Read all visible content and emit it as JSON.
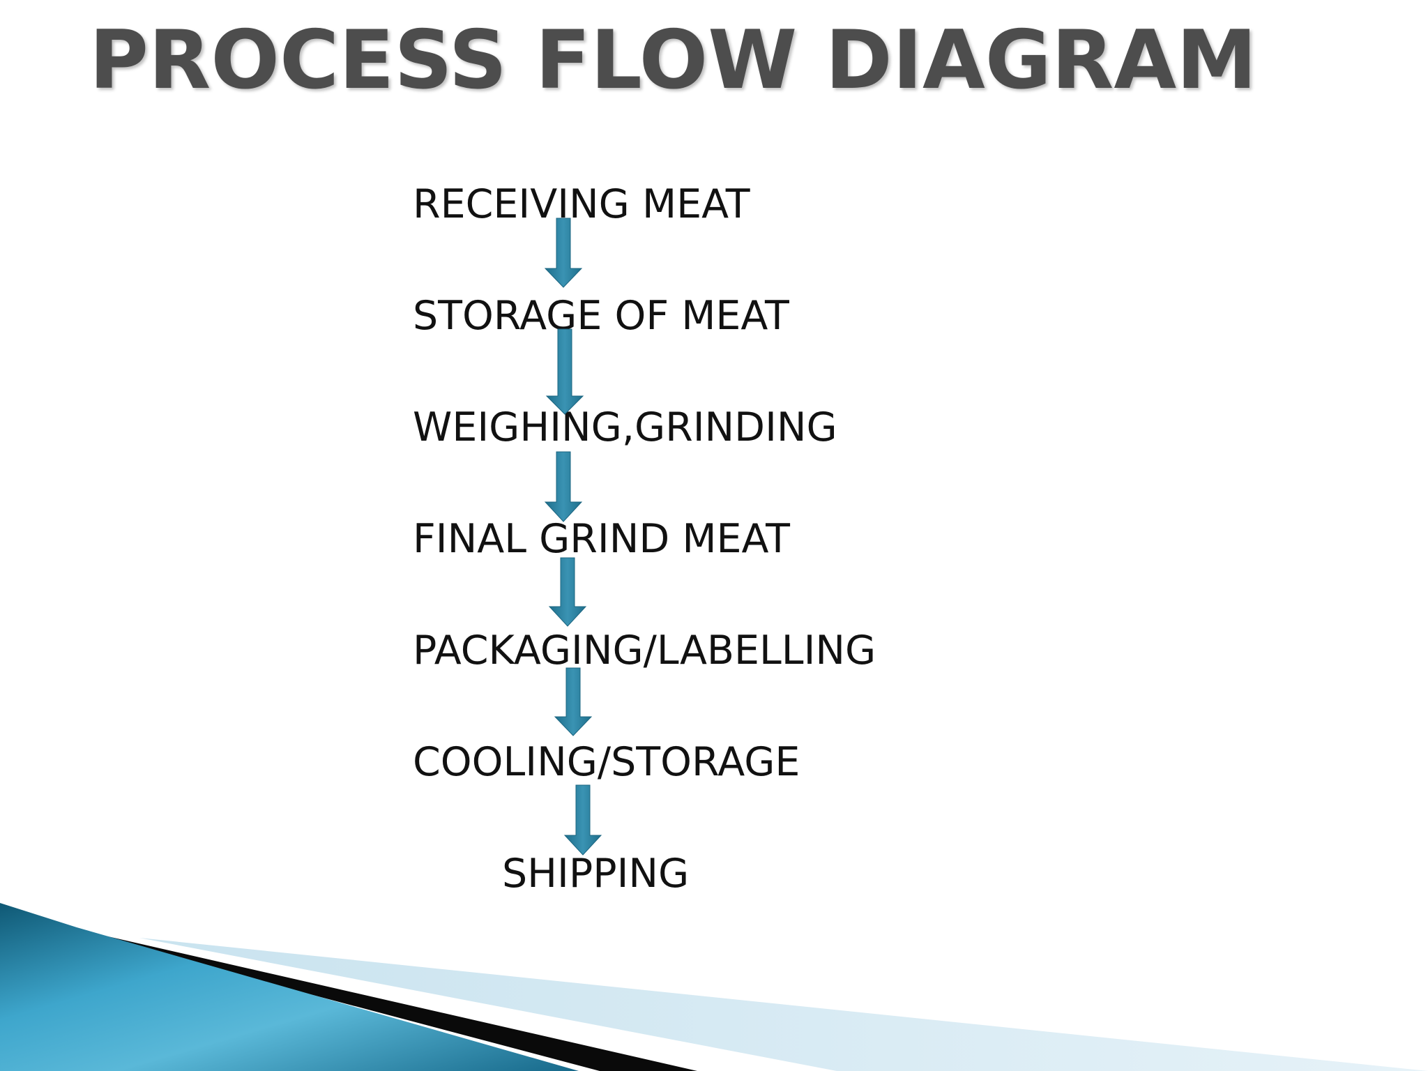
{
  "slide": {
    "title": "PROCESS FLOW DIAGRAM"
  },
  "flow": {
    "steps": [
      "RECEIVING MEAT",
      "STORAGE OF MEAT",
      "WEIGHING,GRINDING",
      "FINAL GRIND MEAT",
      "PACKAGING/LABELLING",
      "COOLING/STORAGE",
      "SHIPPING"
    ]
  },
  "colors": {
    "title": "#4d4d4d",
    "text": "#111111",
    "arrow": "#2a7f9e",
    "accent_dark": "#0d4f6b",
    "accent_light": "#5ab8d8"
  }
}
